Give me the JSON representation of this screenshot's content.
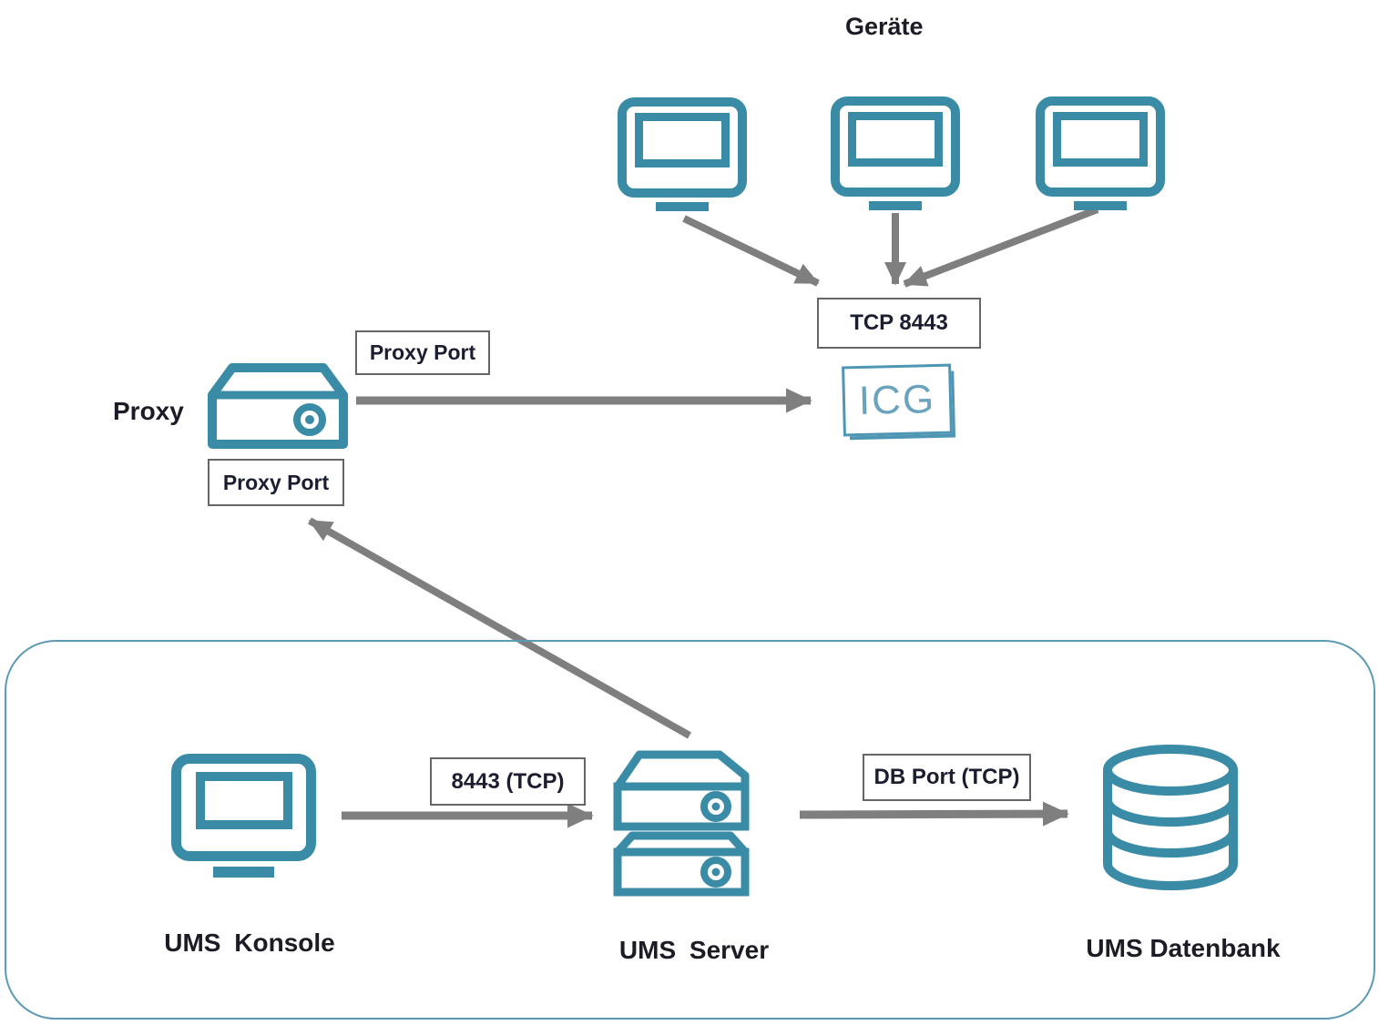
{
  "nodes": {
    "devices": {
      "label": "Geräte"
    },
    "proxy": {
      "label": "Proxy"
    },
    "icg": {
      "label": "ICG"
    },
    "ums_konsole": {
      "label": "UMS Konsole"
    },
    "ums_server": {
      "label": "UMS Server"
    },
    "ums_datenbank": {
      "label": "UMS Datenbank"
    }
  },
  "ports": {
    "device_to_icg": "TCP 8443",
    "proxy_port_top": "Proxy Port",
    "proxy_port_bottom": "Proxy Port",
    "konsole_to_server": "8443 (TCP)",
    "server_to_db": "DB Port (TCP)"
  },
  "icons": {
    "devices": "monitor-icon",
    "proxy": "proxy-appliance-icon",
    "ums_konsole": "monitor-icon",
    "ums_server": "server-stack-icon",
    "ums_datenbank": "database-icon"
  },
  "colors": {
    "icon_teal": "#3A8CA6",
    "arrow_gray": "#7F7F7F",
    "label_box_border": "#666666",
    "container_border": "#5E9AB5",
    "icg_border": "#4E96B3",
    "text_dark": "#1C1C26"
  }
}
